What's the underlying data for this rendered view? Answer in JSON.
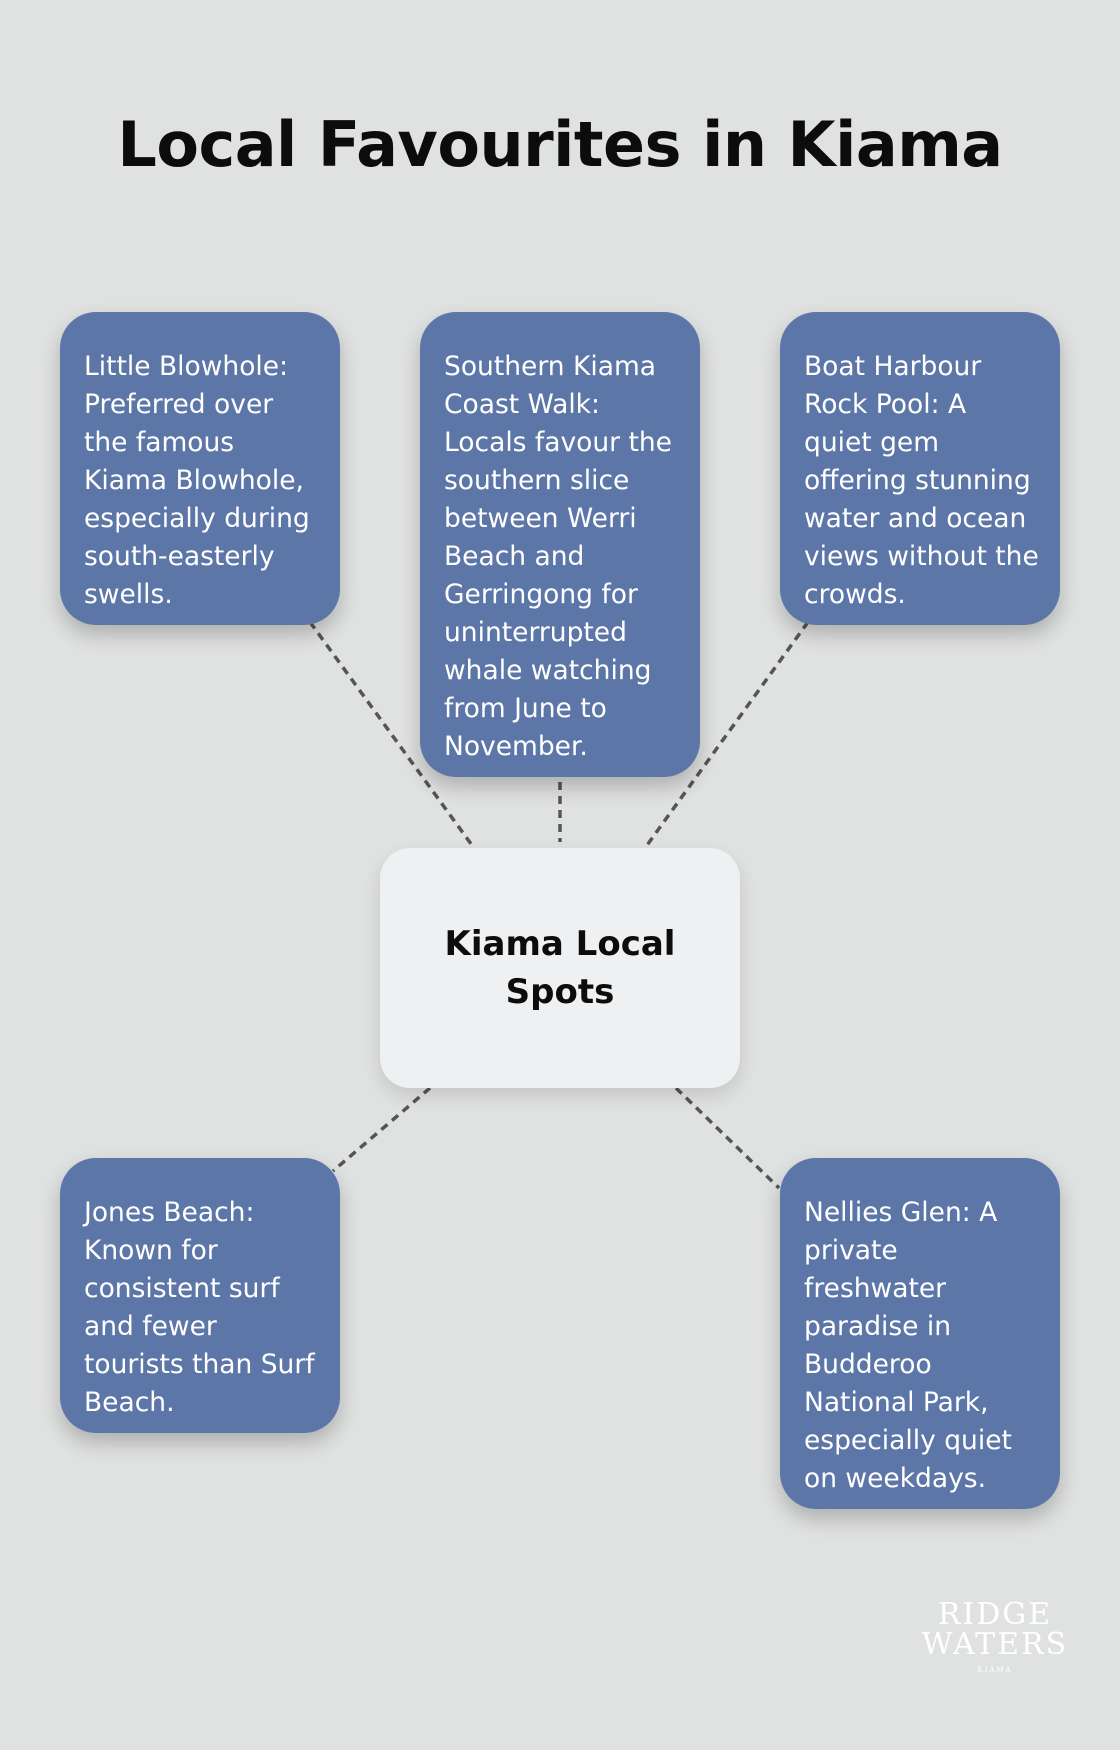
{
  "title": "Local Favourites in Kiama",
  "center": {
    "label": "Kiama Local Spots"
  },
  "nodes": [
    {
      "id": "little-blowhole",
      "text": "Little Blowhole: Preferred over the famous Kiama Blowhole, especially during south-easterly swells."
    },
    {
      "id": "southern-kiama-coast-walk",
      "text": "Southern Kiama Coast Walk: Locals favour the southern slice between Werri Beach and Gerringong for uninterrupted whale watching from June to November."
    },
    {
      "id": "boat-harbour-rock-pool",
      "text": "Boat Harbour Rock Pool: A quiet gem offering stunning water and ocean views without the crowds."
    },
    {
      "id": "jones-beach",
      "text": "Jones Beach: Known for consistent surf and fewer tourists than Surf Beach."
    },
    {
      "id": "nellies-glen",
      "text": "Nellies Glen: A private freshwater paradise in Budderoo National Park, especially quiet on weekdays."
    }
  ],
  "logo": {
    "line1": "RIDGE",
    "line2": "WATERS",
    "line3": "KIAMA"
  },
  "colors": {
    "background": "#e0e1e1",
    "node_fill": "#5d76a8",
    "center_fill": "#eff0f1",
    "connector": "#555555"
  }
}
